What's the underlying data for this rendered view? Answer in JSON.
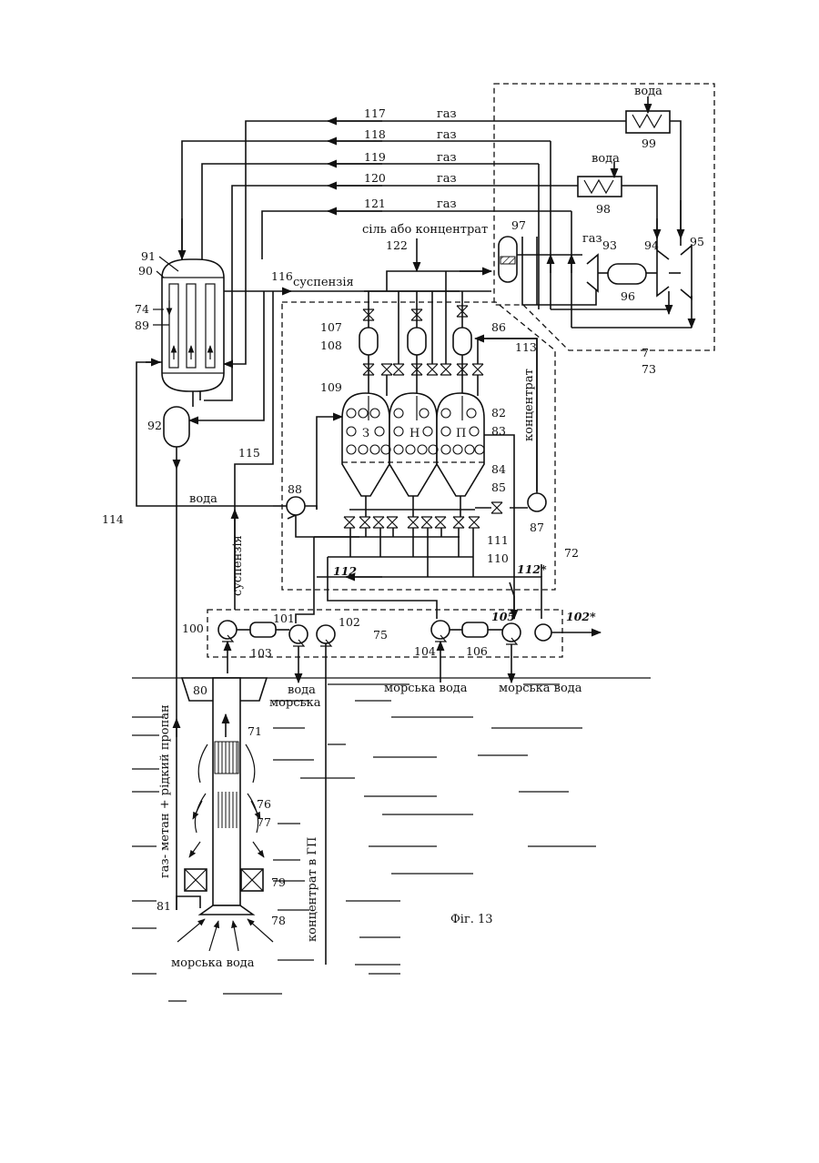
{
  "figure": {
    "caption": "Фіг. 13"
  },
  "flow_labels": {
    "gas": "газ",
    "water": "вода",
    "suspension": "суспензія",
    "salt_or_concentrate": "сіль або концентрат",
    "concentrate": "концентрат",
    "sea_water": "морська вода",
    "water_sea_line1": "вода",
    "water_sea_line2": "морська",
    "gas_methane_propane": "газ- метан + рідкий пропан",
    "concentrate_to_gp": "концентрат в ГП"
  },
  "tank_letters": [
    "З",
    "Н",
    "П"
  ],
  "numbers": {
    "n71": "71",
    "n72": "72",
    "n73": "73",
    "n74": "74",
    "n75": "75",
    "n76": "76",
    "n77": "77",
    "n78": "78",
    "n79": "79",
    "n80": "80",
    "n81": "81",
    "n82": "82",
    "n83": "83",
    "n84": "84",
    "n85": "85",
    "n86": "86",
    "n87": "87",
    "n88": "88",
    "n89": "89",
    "n90": "90",
    "n91": "91",
    "n92": "92",
    "n93": "93",
    "n94": "94",
    "n95": "95",
    "n96": "96",
    "n97": "97",
    "n98": "98",
    "n99": "99",
    "n100": "100",
    "n101": "101",
    "n102": "102",
    "n103": "103",
    "n104": "104",
    "n105": "105",
    "n106": "106",
    "n107": "107",
    "n108": "108",
    "n109": "109",
    "n110": "110",
    "n111": "111",
    "n112": "112",
    "n112s": "112*",
    "n102s": "102*",
    "n113": "113",
    "n114": "114",
    "n115": "115",
    "n116": "116",
    "n117": "117",
    "n118": "118",
    "n119": "119",
    "n120": "120",
    "n121": "121",
    "n122": "122",
    "n7": "7"
  }
}
